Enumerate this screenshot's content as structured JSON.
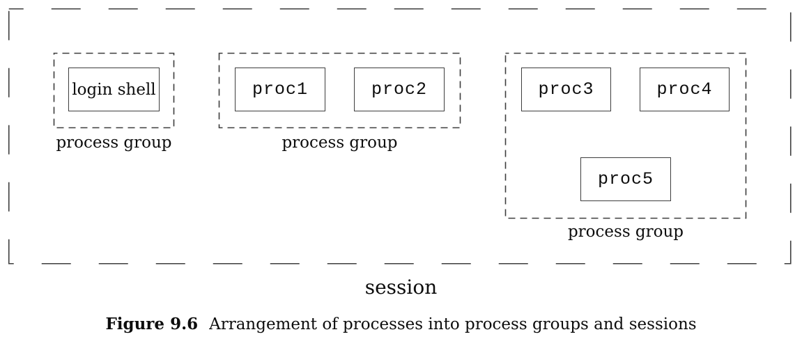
{
  "figure": {
    "session_label": "session",
    "caption": {
      "number": "Figure 9.6",
      "text": "Arrangement of processes into process groups and sessions"
    },
    "groups": [
      {
        "label": "process group",
        "processes": [
          "login shell"
        ]
      },
      {
        "label": "process group",
        "processes": [
          "proc1",
          "proc2"
        ]
      },
      {
        "label": "process group",
        "processes": [
          "proc3",
          "proc4",
          "proc5"
        ]
      }
    ],
    "colors": {
      "line": "#3d3d3d",
      "text": "#0d0d0d",
      "background": "#ffffff"
    }
  }
}
